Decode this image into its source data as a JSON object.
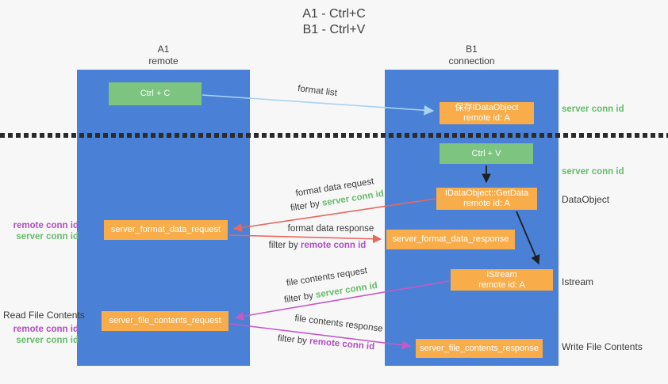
{
  "title": {
    "line1": "A1 - Ctrl+C",
    "line2": "B1 - Ctrl+V"
  },
  "columns": {
    "a": {
      "id": "A1",
      "role": "remote"
    },
    "b": {
      "id": "B1",
      "role": "connection"
    }
  },
  "nodes": {
    "ctrl_c": "Ctrl + C",
    "ctrl_v": "Ctrl + V",
    "save_dataobject": {
      "line1": "保存IDataObject",
      "line2": "remote id: A"
    },
    "getdata": {
      "line1": "IDataObject::GetData",
      "line2": "remote id: A"
    },
    "istream": {
      "line1": "IStream",
      "line2": "remote id: A"
    },
    "format_request": "server_format_data_request",
    "format_response": "server_format_data_response",
    "file_request": "server_file_contents_request",
    "file_response": "server_file_contents_response"
  },
  "arrow_labels": {
    "format_list": "format list",
    "format_data_request": "format data request",
    "format_data_request_filter_prefix": "filter by ",
    "format_data_request_filter_key": "server conn id",
    "format_data_response": "format data response",
    "format_data_response_filter_prefix": "filter by ",
    "format_data_response_filter_key": "remote conn id",
    "file_contents_request": "file contents request",
    "file_contents_request_filter_prefix": "filter by ",
    "file_contents_request_filter_key": "server conn id",
    "file_contents_response": "file contents response",
    "file_contents_response_filter_prefix": "filter by ",
    "file_contents_response_filter_key": "remote conn id"
  },
  "side_labels": {
    "right_server_conn_id_1": "server conn id",
    "right_server_conn_id_2": "server conn id",
    "right_dataobject": "DataObject",
    "right_istream": "Istream",
    "right_write_file": "Write File Contents",
    "left_remote_conn_id_1": "remote conn id",
    "left_server_conn_id_1": "server conn id",
    "left_read_file": "Read File Contents",
    "left_remote_conn_id_2": "remote conn id",
    "left_server_conn_id_2": "server conn id"
  },
  "colors": {
    "background": "#f7f7f7",
    "column_blue": "#4a80d5",
    "box_green": "#7cc47f",
    "box_orange": "#f9ad4a",
    "text_green": "#66bb6a",
    "text_purple": "#ae4fc1",
    "arrow_light_blue": "#a9d3f0",
    "arrow_red": "#e8675e",
    "arrow_magenta": "#c45bc4",
    "arrow_black": "#1f1f1f",
    "divider_black": "#2b2b2b",
    "text_dark": "#3b3b3b"
  }
}
